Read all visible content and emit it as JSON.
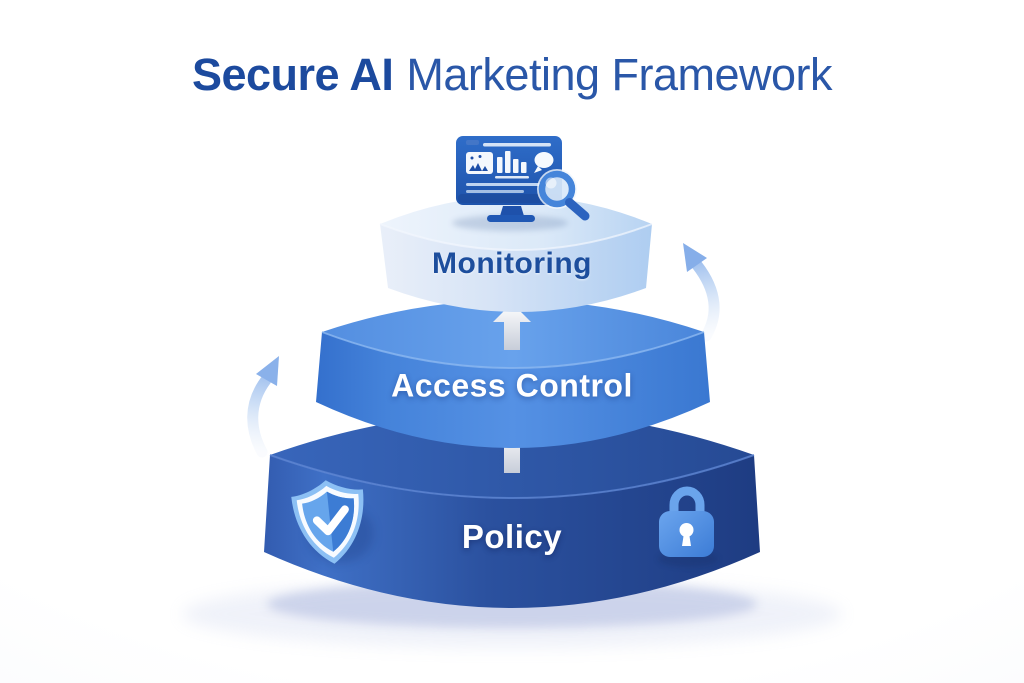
{
  "title": {
    "primary": "Secure AI",
    "secondary": "Marketing Framework"
  },
  "diagram": {
    "type": "layered-funnel-pyramid",
    "tiers": [
      {
        "id": "monitoring",
        "label": "Monitoring",
        "level": "top",
        "fill": "#cfe0f5",
        "text_color": "#1d4e9d",
        "icon": "monitor-analytics-with-magnifier-icon"
      },
      {
        "id": "access-control",
        "label": "Access Control",
        "level": "middle",
        "fill": "#4c88dd",
        "text_color": "#ffffff"
      },
      {
        "id": "policy",
        "label": "Policy",
        "level": "bottom",
        "fill": "#2a4f9f",
        "text_color": "#ffffff",
        "icons": [
          "shield-check-icon",
          "padlock-icon"
        ]
      }
    ],
    "arrows": {
      "between_tiers": "white upward arrows from Policy to Access Control and from Access Control to Monitoring",
      "side": "curved light-blue upward arrows on the left and right sides"
    }
  },
  "colors": {
    "title_primary": "#1c4a9e",
    "title_secondary": "#2a57a8",
    "tier_top_light": "#cfe0f5",
    "tier_middle_blue": "#4c88dd",
    "tier_bottom_navy": "#2a4f9f",
    "arrow_white": "#ffffff",
    "side_arrow_blue": "#8ab1ea",
    "background": "#ffffff"
  }
}
